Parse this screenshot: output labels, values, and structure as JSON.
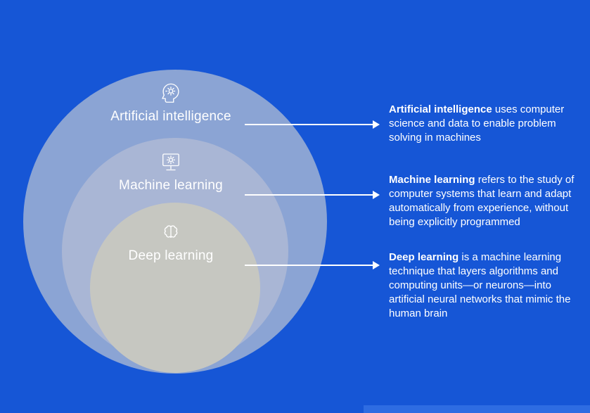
{
  "colors": {
    "background": "#1656d6",
    "ring_outer": "#8ba4d4",
    "ring_middle": "#a9b6d5",
    "ring_inner": "#c6c7c1",
    "text": "#ffffff"
  },
  "diagram": {
    "rings": [
      {
        "id": "artificial-intelligence",
        "label": "Artificial intelligence",
        "icon": "head-gear-icon"
      },
      {
        "id": "machine-learning",
        "label": "Machine learning",
        "icon": "monitor-gear-icon"
      },
      {
        "id": "deep-learning",
        "label": "Deep learning",
        "icon": "brain-icon"
      }
    ],
    "descriptions": [
      {
        "term": "Artificial intelligence",
        "text": " uses computer science and data to enable problem solving in machines"
      },
      {
        "term": "Machine learning",
        "text": " refers to the study of computer systems that learn and adapt automatically from experience, without being explicitly programmed"
      },
      {
        "term": "Deep learning",
        "text": " is a machine learning technique that layers algorithms and computing units—or neurons—into artificial neural networks that mimic the human brain"
      }
    ]
  }
}
